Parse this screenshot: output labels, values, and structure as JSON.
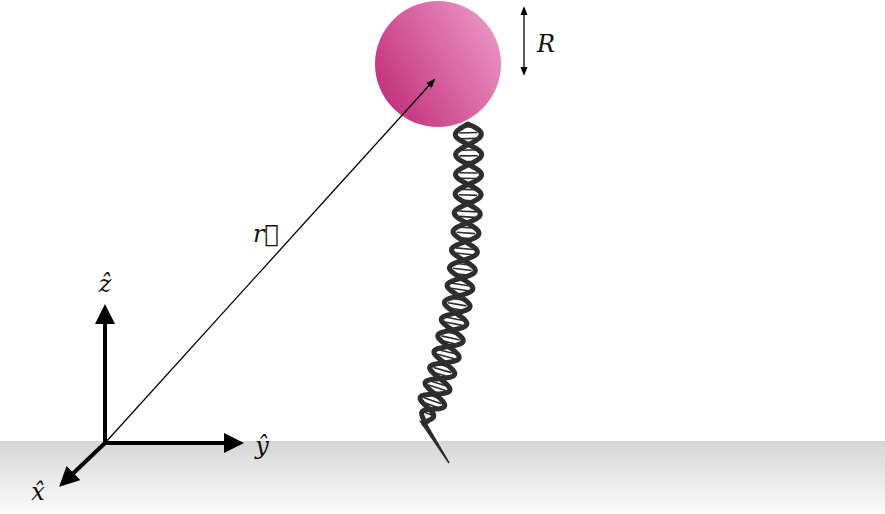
{
  "diagram": {
    "labels": [
      "R",
      "r⃗",
      "ẑ",
      "ŷ",
      "x̂"
    ]
  }
}
